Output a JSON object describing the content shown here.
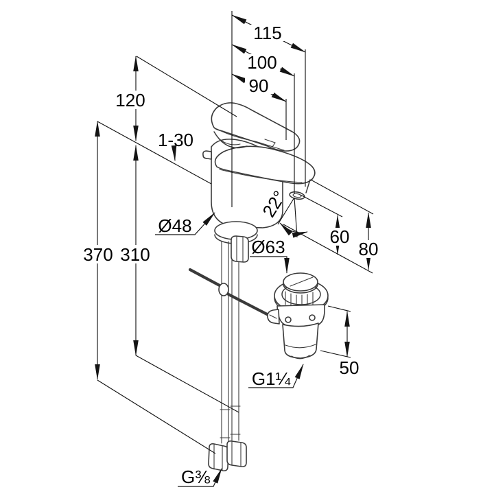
{
  "drawing": {
    "kind": "technical-dimension-drawing",
    "subject": "single-lever basin mixer with pop-up waste",
    "colors": {
      "background": "#ffffff",
      "part_line": "#3a3a3a",
      "dimension_line": "#141414",
      "text": "#000000"
    }
  },
  "dims": {
    "reach_115": "115",
    "reach_100": "100",
    "reach_90": "90",
    "height_120": "120",
    "clamp_range": "1-30",
    "length_370": "370",
    "length_310": "310",
    "base_diameter": "Ø48",
    "spout_angle": "22°",
    "outlet_height_60": "60",
    "spout_tip_height_80": "80",
    "waste_flange_diameter": "Ø63",
    "waste_clamp_50": "50",
    "waste_thread": "G1¼",
    "supply_thread": "G⅜"
  }
}
